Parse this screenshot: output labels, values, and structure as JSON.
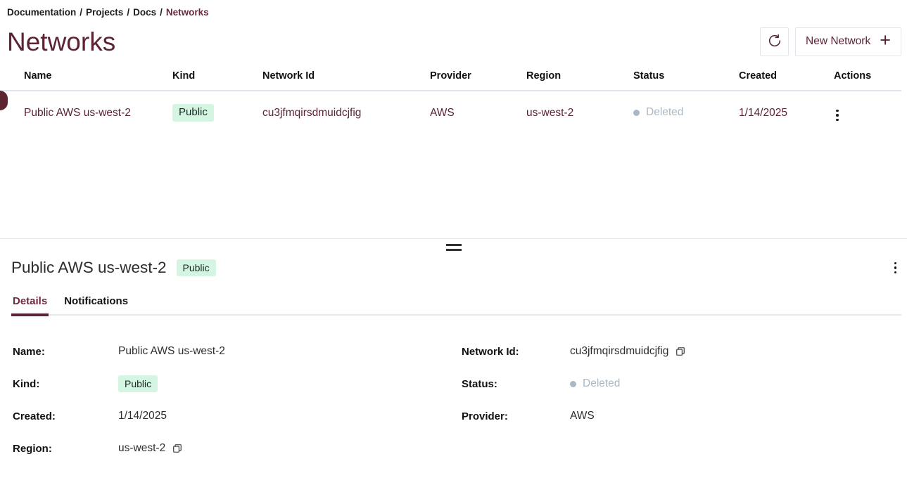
{
  "breadcrumb": {
    "items": [
      {
        "label": "Documentation",
        "current": false
      },
      {
        "label": "Projects",
        "current": false
      },
      {
        "label": "Docs",
        "current": false
      },
      {
        "label": "Networks",
        "current": true
      }
    ],
    "separator": "/"
  },
  "header": {
    "title": "Networks",
    "refresh_icon": "refresh-icon",
    "new_network_label": "New Network",
    "plus_icon": "+"
  },
  "table": {
    "columns": [
      "Name",
      "Kind",
      "Network Id",
      "Provider",
      "Region",
      "Status",
      "Created",
      "Actions"
    ],
    "rows": [
      {
        "name": "Public AWS us-west-2",
        "kind": "Public",
        "network_id": "cu3jfmqirsdmuidcjfig",
        "provider": "AWS",
        "region": "us-west-2",
        "status": "Deleted",
        "created": "1/14/2025",
        "selected": true
      }
    ]
  },
  "detail": {
    "title": "Public AWS us-west-2",
    "badge": "Public",
    "tabs": [
      {
        "label": "Details",
        "active": true
      },
      {
        "label": "Notifications",
        "active": false
      }
    ],
    "fields_left": [
      {
        "label": "Name:",
        "value": "Public AWS us-west-2",
        "copy": false,
        "badge": false
      },
      {
        "label": "Kind:",
        "value": "Public",
        "copy": false,
        "badge": true
      },
      {
        "label": "Created:",
        "value": "1/14/2025",
        "copy": false,
        "badge": false
      },
      {
        "label": "Region:",
        "value": "us-west-2",
        "copy": true,
        "badge": false
      }
    ],
    "fields_right": [
      {
        "label": "Network Id:",
        "value": "cu3jfmqirsdmuidcjfig",
        "copy": true,
        "status": false
      },
      {
        "label": "Status:",
        "value": "Deleted",
        "copy": false,
        "status": true
      },
      {
        "label": "Provider:",
        "value": "AWS",
        "copy": false,
        "status": false
      }
    ]
  },
  "colors": {
    "accent_maroon": "#5c2333",
    "badge_green_bg": "#d5f5e3",
    "status_gray": "#a9b8c4",
    "border_gray": "#e4eaed"
  }
}
